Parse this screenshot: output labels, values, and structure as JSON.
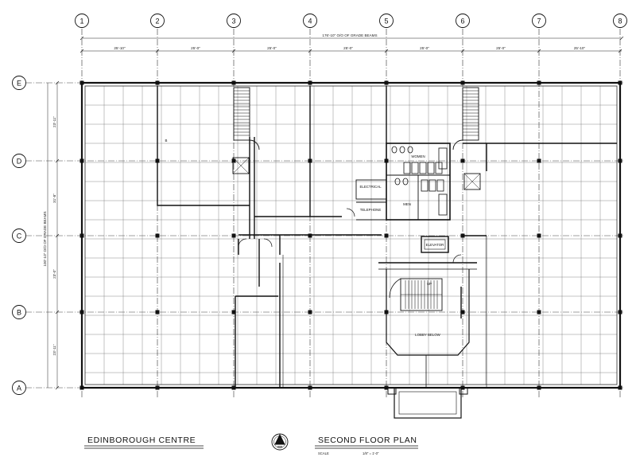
{
  "title_block": {
    "project_name": "EDINBOROUGH CENTRE",
    "sheet_title": "SECOND FLOOR PLAN",
    "scale_word": "SCALE",
    "scale_value": "1/8\" = 1'-0\""
  },
  "column_labels": [
    "1",
    "2",
    "3",
    "4",
    "5",
    "6",
    "7",
    "8"
  ],
  "row_labels": [
    "E",
    "D",
    "C",
    "B",
    "A"
  ],
  "overall_dimension": "176'-10\" O/O OF GRADE BEAMS",
  "bay_dimensions": [
    "25'-10\"",
    "25'-0\"",
    "25'-0\"",
    "25'-0\"",
    "25'-0\"",
    "25'-0\"",
    "25'-10\""
  ],
  "row_dimensions": [
    "23'-11\"",
    "31'-8\"",
    "23'-0\"",
    "23'-11\""
  ],
  "total_depth_dimension": "100'-10\" O/O OF GRADE BEAMS",
  "room_labels": {
    "women": "WOMEN",
    "men": "MEN",
    "electrical": "ELECTRICAL",
    "telephone": "TELEPHONE",
    "elevator": "ELEVATOR",
    "lobby_below": "LOBBY BELOW",
    "up": "UP",
    "room_b": "B"
  }
}
